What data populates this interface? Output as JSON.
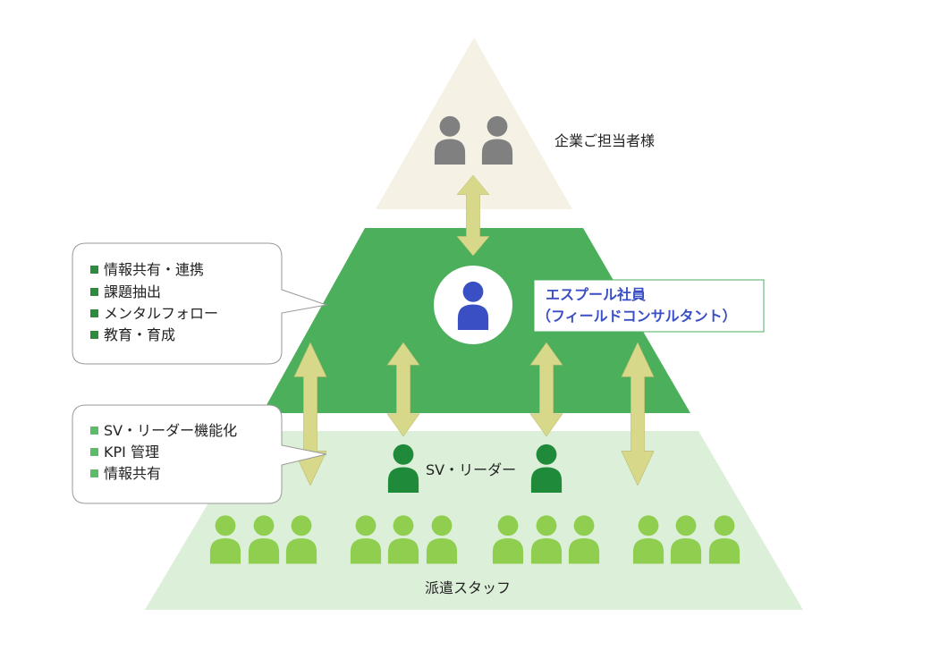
{
  "tiers": {
    "top": {
      "label": "企業ご担当者様",
      "fill": "#f5f1e4"
    },
    "middle": {
      "label_line1": "エスプール社員",
      "label_line2": "（フィールドコンサルタント）",
      "label_color": "#3a4fc4",
      "fill": "#4caf5c"
    },
    "bottom": {
      "label": "派遣スタッフ",
      "fill": "#dcefd9"
    }
  },
  "sv_leader": {
    "label": "SV・リーダー"
  },
  "callout_upper": {
    "items": [
      "情報共有・連携",
      "課題抽出",
      "メンタルフォロー",
      "教育・育成"
    ],
    "bullet_color": "#2e8b3e"
  },
  "callout_lower": {
    "items": [
      "SV・リーダー機能化",
      "KPI 管理",
      "情報共有"
    ],
    "bullet_color": "#5dbb6a"
  },
  "colors": {
    "client_person": "#808080",
    "consultant_person": "#3a4fc4",
    "sv_person": "#1e8a3a",
    "staff_person": "#8fce4f",
    "arrow": "#d8d88a",
    "arrow_stroke": "#b8b86a"
  }
}
